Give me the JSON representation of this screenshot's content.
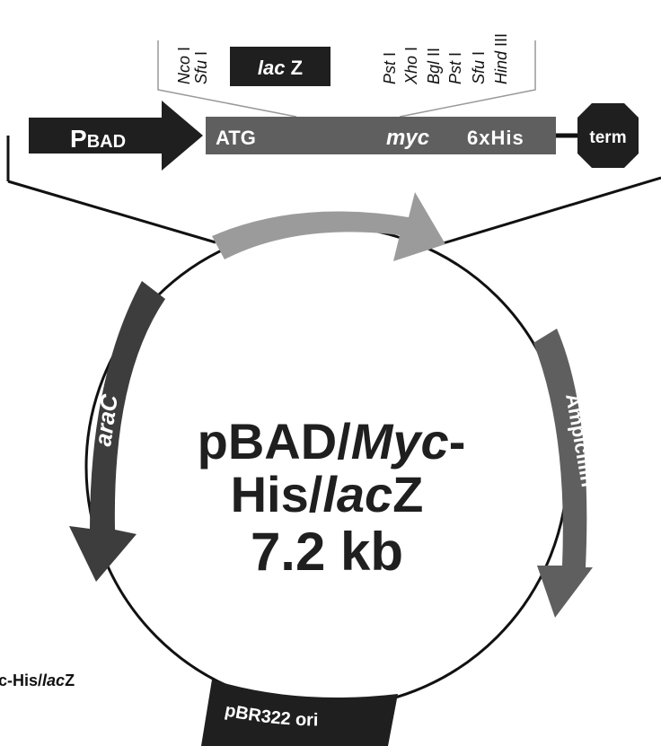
{
  "colors": {
    "black": "#1f1f1f",
    "dark_gray": "#3d3d3d",
    "mid_gray": "#5f5f5f",
    "light_gray": "#9b9b9b",
    "line": "#111111",
    "white": "#ffffff"
  },
  "cassette": {
    "promoter": {
      "main": "P",
      "sub": "BAD"
    },
    "start_codon": "ATG",
    "tag_myc": "myc",
    "tag_his": "6xHis",
    "terminator": "term",
    "insert_italic": "lac",
    "insert_roman": " Z",
    "sites_left": [
      {
        "italic": "Nco",
        "roman": " I"
      },
      {
        "italic": "Sfu",
        "roman": " I"
      }
    ],
    "sites_right": [
      {
        "italic": "Pst",
        "roman": " I"
      },
      {
        "italic": "Xho",
        "roman": " I"
      },
      {
        "italic": "Bgl",
        "roman": " II"
      },
      {
        "italic": "Pst",
        "roman": " I"
      },
      {
        "italic": "Sfu",
        "roman": " I"
      },
      {
        "italic": "Hind",
        "roman": " III"
      }
    ]
  },
  "plasmid": {
    "title_line1_a": "pBAD/",
    "title_line1_b": "Myc",
    "title_line1_c": "-",
    "title_line2_a": "His/",
    "title_line2_b": "lac",
    "title_line2_c": "Z",
    "size": "7.2 kb",
    "feature_arac": "araC",
    "feature_amp": "Ampicillin",
    "feature_ori": "pBR322 ori"
  },
  "side_label": {
    "part1": "c-His/",
    "part2": "lac",
    "part3": "Z"
  }
}
